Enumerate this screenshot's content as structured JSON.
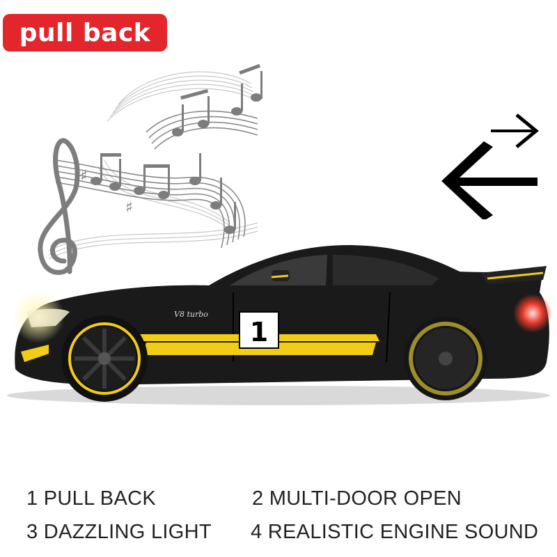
{
  "badge": {
    "label": "pull back",
    "color": "#e3262b"
  },
  "car": {
    "door_number": "1",
    "script": "V8 turbo",
    "body_color": "#1a1a1a",
    "stripe_color": "#f2cd16"
  },
  "features": [
    {
      "label": "1 PULL BACK"
    },
    {
      "label": "2  MULTI-DOOR OPEN"
    },
    {
      "label": "3 DAZZLING LIGHT"
    },
    {
      "label": "4 REALISTIC ENGINE SOUND"
    }
  ],
  "icons": [
    "treble-clef-icon",
    "music-notes-icon",
    "swap-arrows-icon"
  ]
}
